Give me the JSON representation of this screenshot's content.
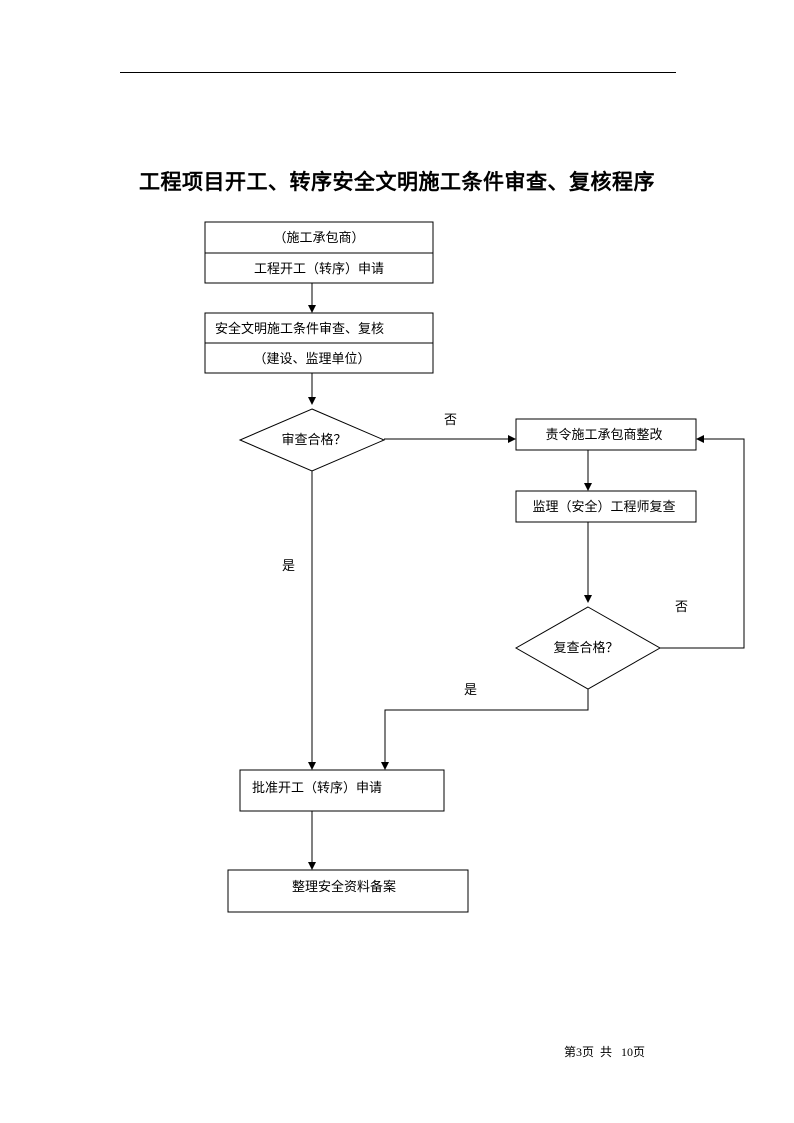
{
  "title": "工程项目开工、转序安全文明施工条件审查、复核程序",
  "flow": {
    "box1": {
      "top": "（施工承包商）",
      "bottom": "工程开工（转序）申请"
    },
    "box2": {
      "top": "安全文明施工条件审查、复核",
      "bottom": "（建设、监理单位）"
    },
    "decision1": "审查合格？",
    "rectify": "责令施工承包商整改",
    "recheck": "监理（安全）工程师复查",
    "decision2": "复查合格？",
    "approve": "批准开工（转序）申请",
    "archive": "整理安全资料备案",
    "no_label_1": "否",
    "no_label_2": "否",
    "yes_label_1": "是",
    "yes_label_2": "是"
  },
  "footer": "第3页  共   10页"
}
